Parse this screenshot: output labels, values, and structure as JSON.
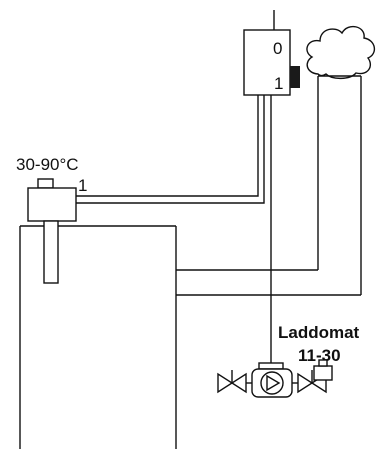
{
  "diagram": {
    "thermostat": {
      "range_label": "30-90°C",
      "terminal_label": "1"
    },
    "switch_box": {
      "position_off_label": "0",
      "position_on_label": "1"
    },
    "valve_unit": {
      "name": "Laddomat",
      "model": "11-30"
    },
    "colors": {
      "line": "#111111",
      "background": "#ffffff",
      "switch_knob": "#1a1a1a"
    },
    "icons": [
      "cloud-smoke-icon",
      "pump-icon",
      "valve-icon"
    ]
  }
}
